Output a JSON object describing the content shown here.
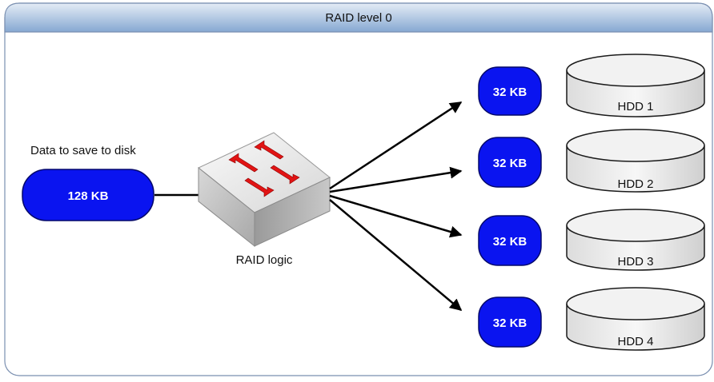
{
  "title": "RAID level 0",
  "source": {
    "caption": "Data to save to disk",
    "size": "128 KB"
  },
  "controller": {
    "label": "RAID logic"
  },
  "chunks": [
    {
      "size": "32 KB",
      "disk": "HDD 1"
    },
    {
      "size": "32 KB",
      "disk": "HDD 2"
    },
    {
      "size": "32 KB",
      "disk": "HDD 3"
    },
    {
      "size": "32 KB",
      "disk": "HDD 4"
    }
  ],
  "colors": {
    "title_bar_top": "#dbe6f3",
    "title_bar_bottom": "#8eb0d8",
    "frame_border": "#7a8fb0",
    "block_fill": "#0a14f0",
    "block_text": "#ffffff",
    "arrow_red": "#e11414",
    "disk_fill": "#f0f0f0",
    "disk_stroke": "#1a1a1a"
  }
}
